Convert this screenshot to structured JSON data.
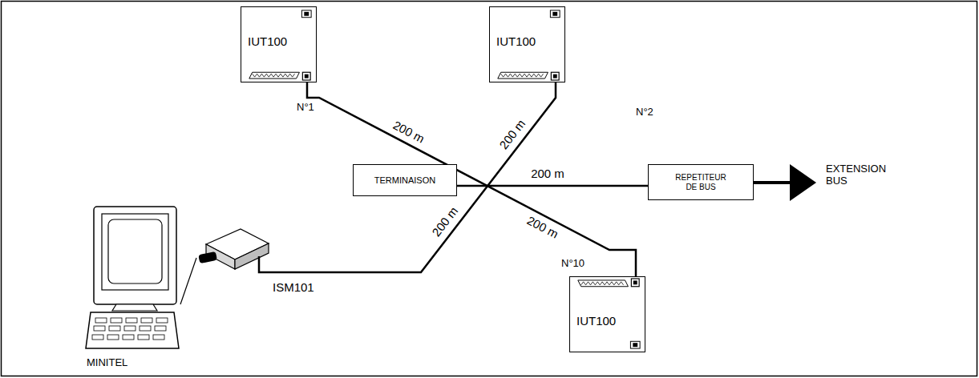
{
  "diagram": {
    "nodes": [
      {
        "text": [
          "IUT100"
        ]
      },
      {
        "text": [
          "IUT100"
        ]
      },
      {
        "text": [
          "TERMINAISON"
        ]
      },
      {
        "text": [
          "REPETITEUR DE BUS"
        ]
      },
      {
        "text": [
          "MINITEL"
        ]
      },
      {
        "text": [
          "ISM101"
        ]
      },
      {
        "text": [
          "IUT100"
        ]
      }
    ],
    "edges": [
      {
        "from": 0,
        "to": 6,
        "arrow": "none"
      },
      {
        "from": 1,
        "to": 5,
        "arrow": "none"
      },
      {
        "from": 2,
        "to": 3,
        "arrow": "none"
      },
      {
        "from": 4,
        "to": 5,
        "arrow": "none"
      }
    ],
    "labels": [
      "N°1",
      "N°2",
      "200 m",
      "200 m",
      "200 m",
      "EXTENSION BUS",
      "200 m",
      "200 m",
      "N°10"
    ]
  }
}
